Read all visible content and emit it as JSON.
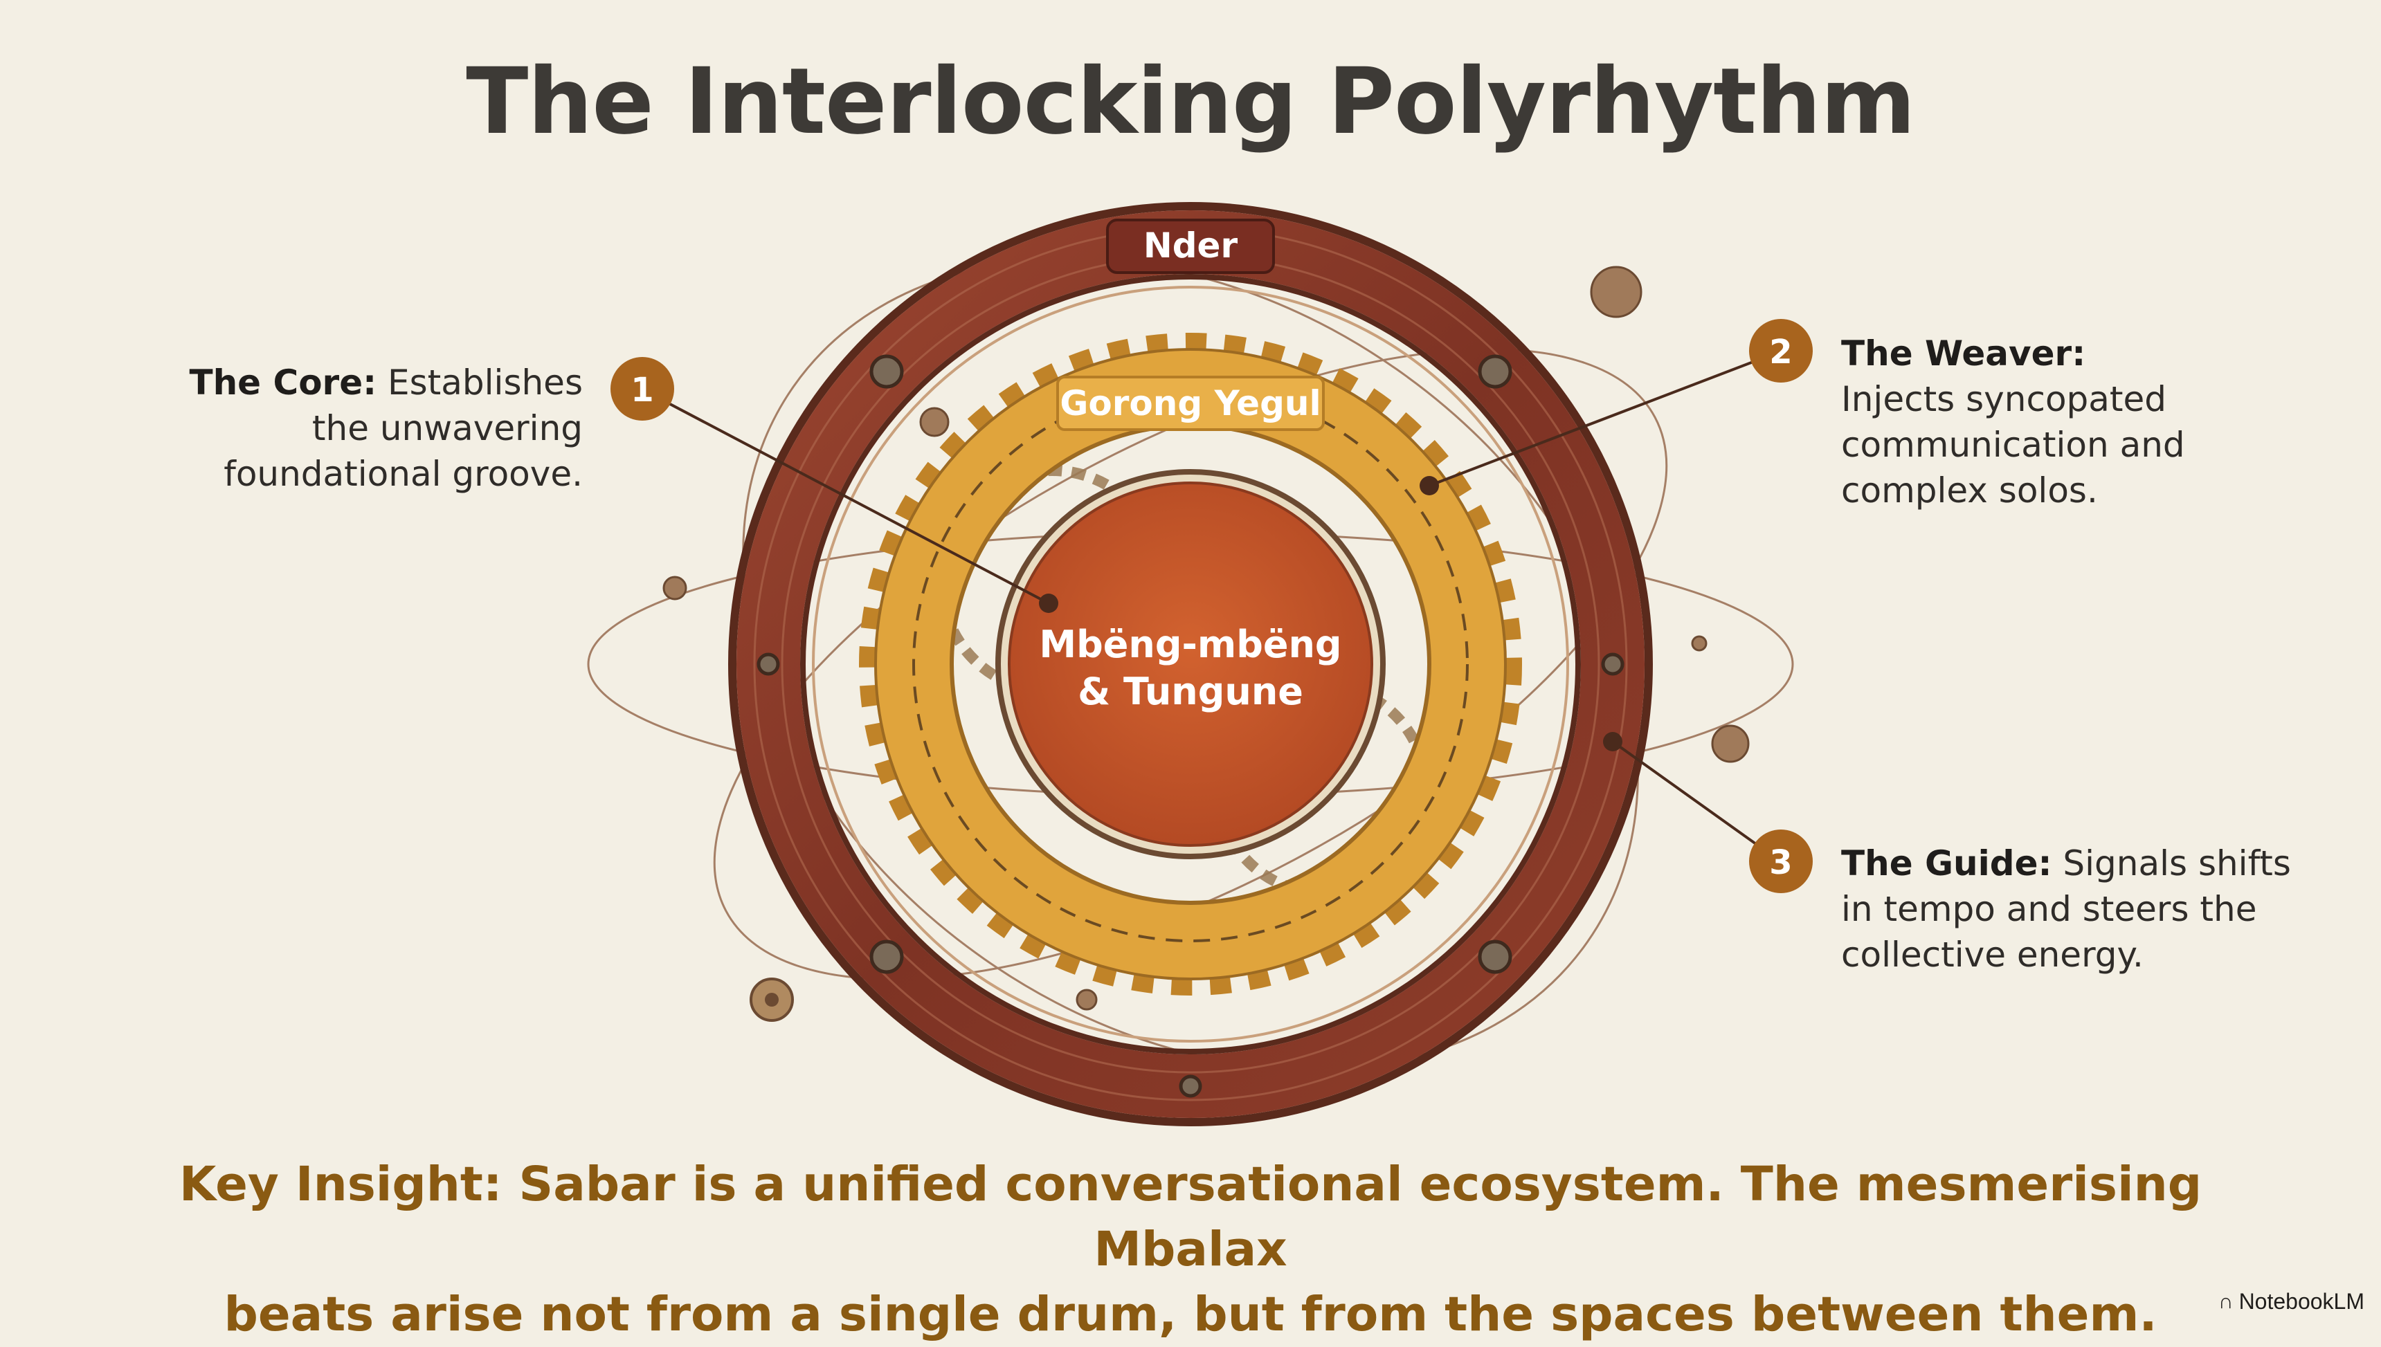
{
  "title": "The Interlocking Polyrhythm",
  "rings": {
    "outer": "Nder",
    "middle": "Gorong Yegul",
    "inner_line1": "Mbëng-mbëng",
    "inner_line2": "& Tungune"
  },
  "markers": [
    "1",
    "2",
    "3"
  ],
  "callouts": {
    "core": {
      "heading": "The Core:",
      "text": "Establishes the unwavering foundational groove."
    },
    "weaver": {
      "heading": "The Weaver:",
      "text": "Injects syncopated communication and complex solos."
    },
    "guide": {
      "heading": "The Guide:",
      "text": "Signals shifts in tempo and steers the collective energy."
    }
  },
  "insight": {
    "line1": "Key Insight: Sabar is a unified conversational ecosystem. The mesmerising Mbalax",
    "line2": "beats arise not from a single drum, but from the spaces between them."
  },
  "brand": "NotebookLM",
  "colors": {
    "background": "#f3efe4",
    "outer_ring": "#8a3a28",
    "middle_ring": "#e0a43c",
    "inner_core": "#c8552a",
    "marker": "#a8641e",
    "insight_text": "#8a5a12"
  }
}
